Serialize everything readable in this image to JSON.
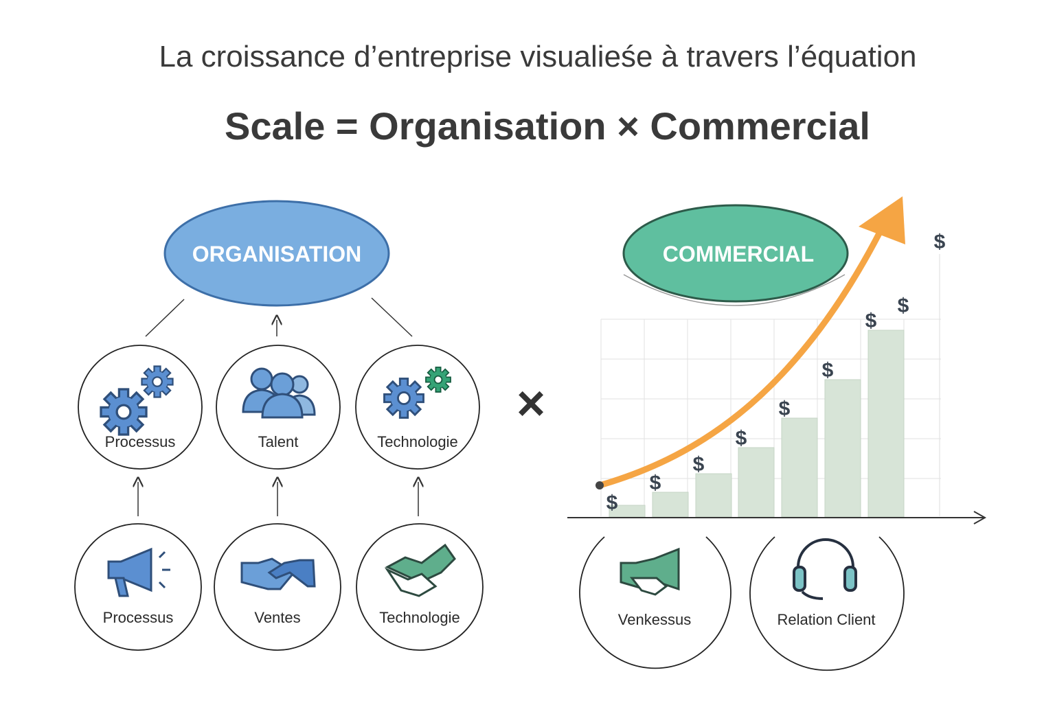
{
  "header": {
    "subtitle": "La croissance d’entreprise visualieśe à travers l’équation",
    "equation": "Scale = Organisation × Commercial"
  },
  "organisation": {
    "title": "ORGANISATION",
    "pillars": [
      {
        "label": "Processus",
        "icon": "gears-icon"
      },
      {
        "label": "Talent",
        "icon": "people-icon"
      },
      {
        "label": "Technologie",
        "icon": "tech-gears-icon"
      }
    ],
    "inputs": [
      {
        "label": "Processus",
        "icon": "megaphone-icon"
      },
      {
        "label": "Ventes",
        "icon": "handshake-icon"
      },
      {
        "label": "Technologie",
        "icon": "handshake-icon"
      }
    ]
  },
  "operator": "×",
  "commercial": {
    "title": "COMMERCIAL",
    "currency_symbol": "$",
    "items": [
      {
        "label": "Venkessus",
        "icon": "handshake-megaphone-icon"
      },
      {
        "label": "Relation Client",
        "icon": "headset-icon"
      }
    ]
  },
  "colors": {
    "organisation": "#7aaee0",
    "commercial": "#5fbf9f",
    "growth_arrow": "#f5a544",
    "bars": "#d7e4d7",
    "text": "#3a3a3a"
  }
}
